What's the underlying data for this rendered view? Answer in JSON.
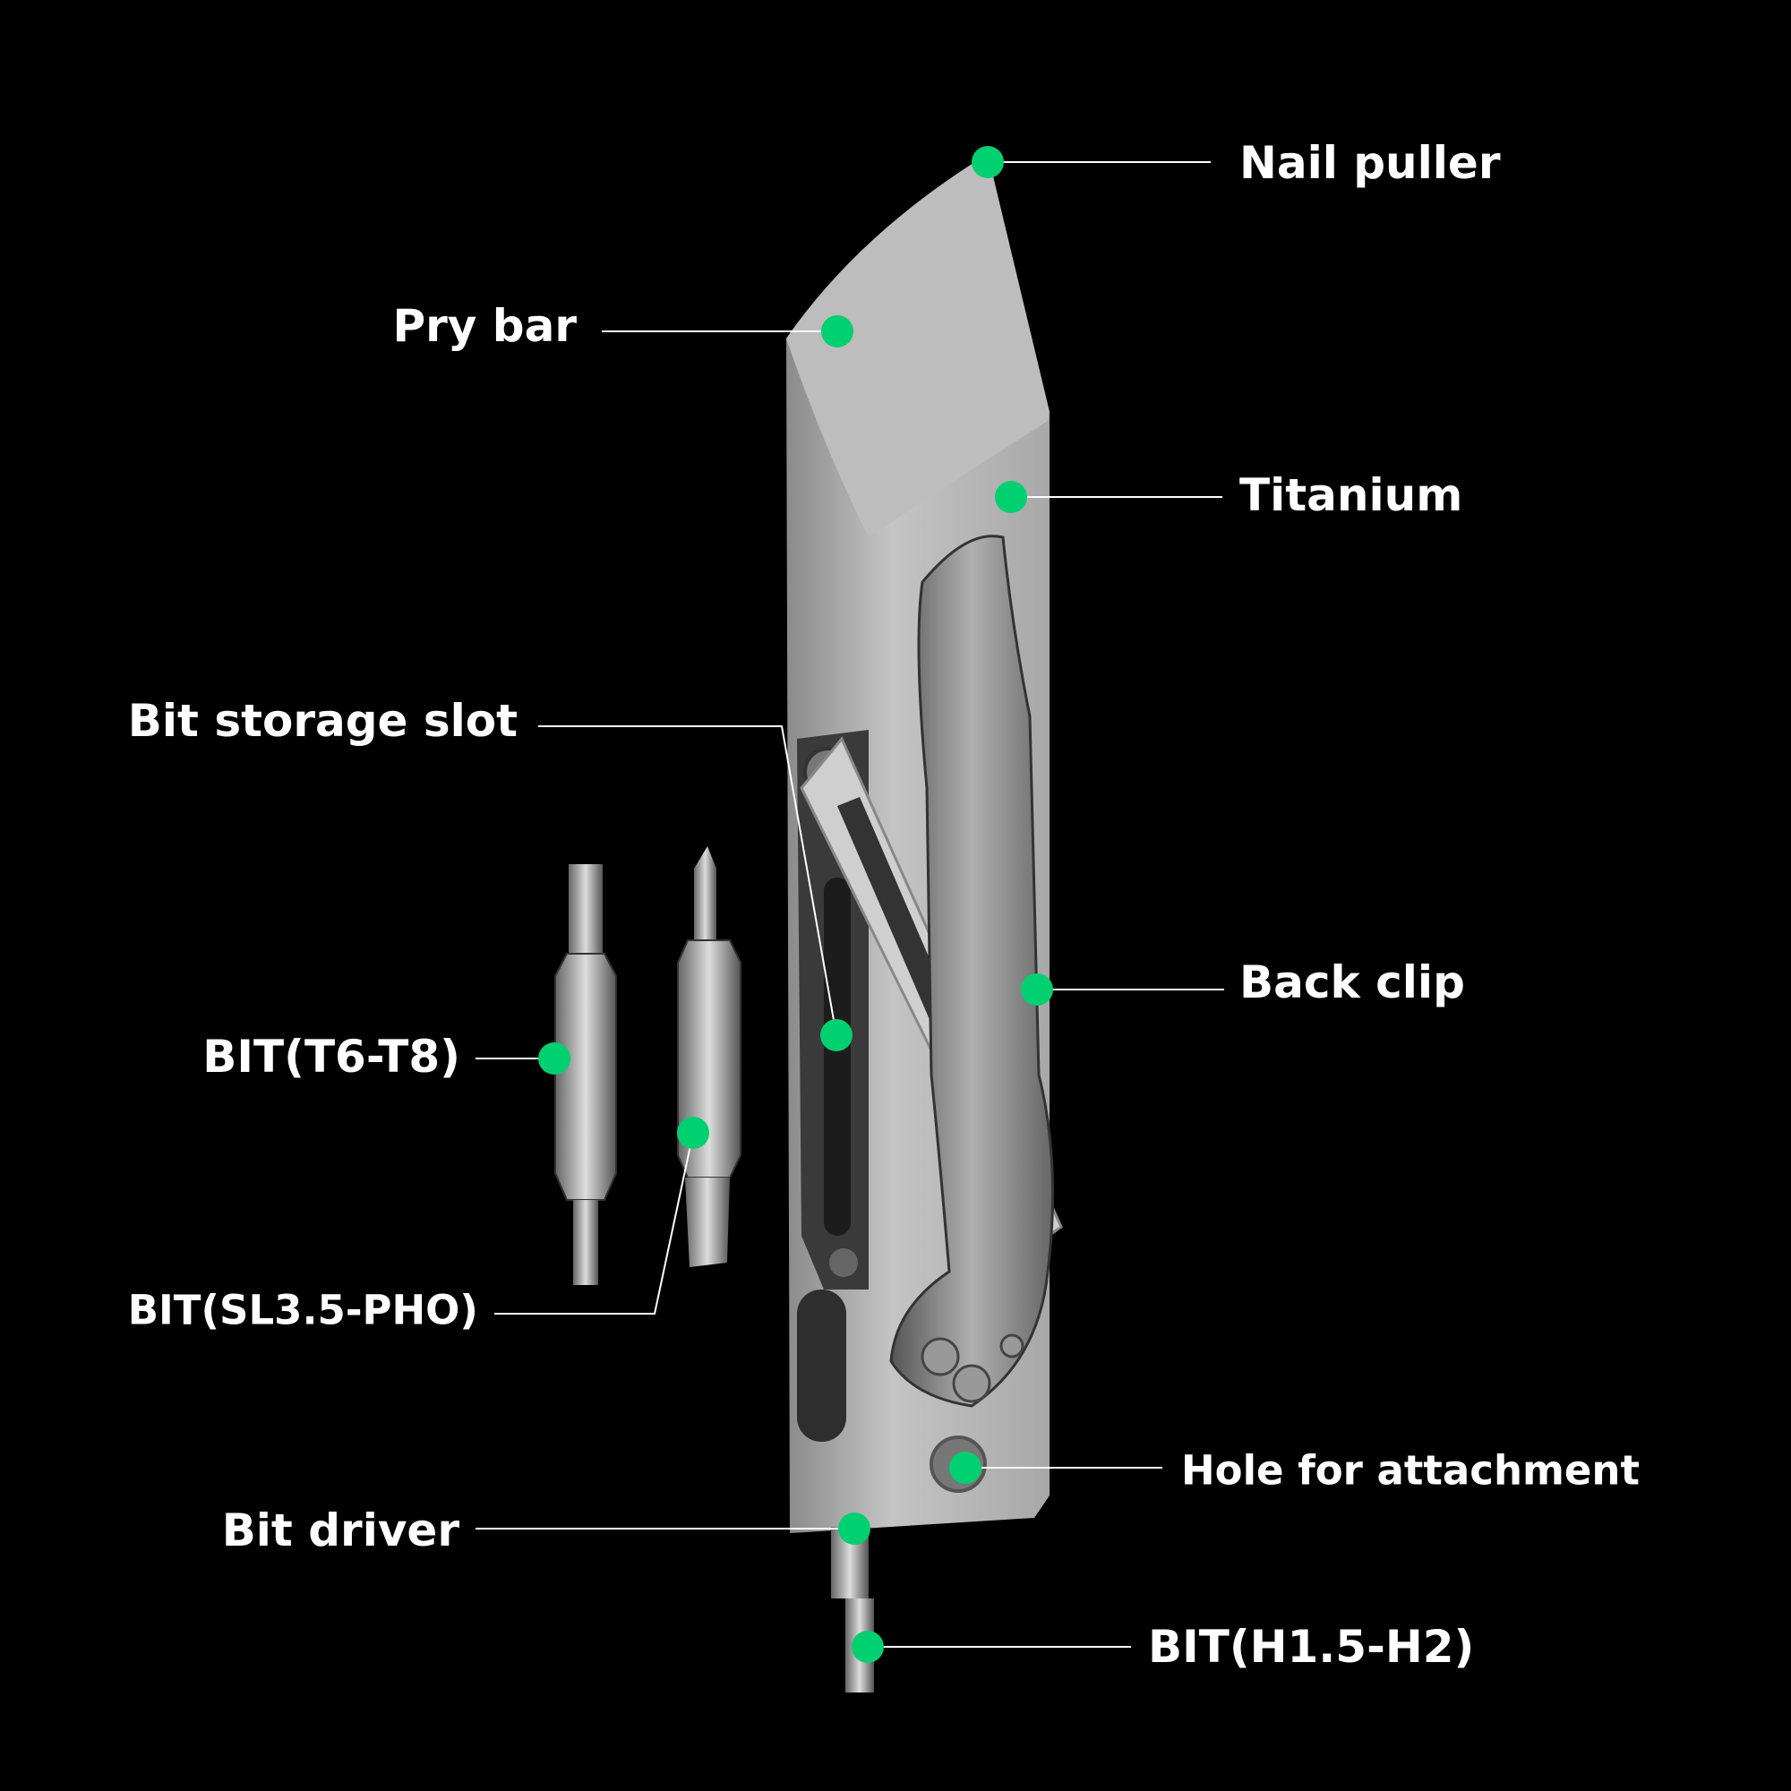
{
  "accent_color": "#00d070",
  "callouts": {
    "nail_puller": "Nail puller",
    "pry_bar": "Pry bar",
    "titanium": "Titanium",
    "bit_storage_slot": "Bit storage slot",
    "back_clip": "Back clip",
    "bit_t6_t8": "BIT(T6-T8)",
    "bit_sl35_pho": "BIT(SL3.5-PHO)",
    "hole_for_attachment": "Hole for attachment",
    "bit_driver": "Bit driver",
    "bit_h15_h2": "BIT(H1.5-H2)"
  }
}
